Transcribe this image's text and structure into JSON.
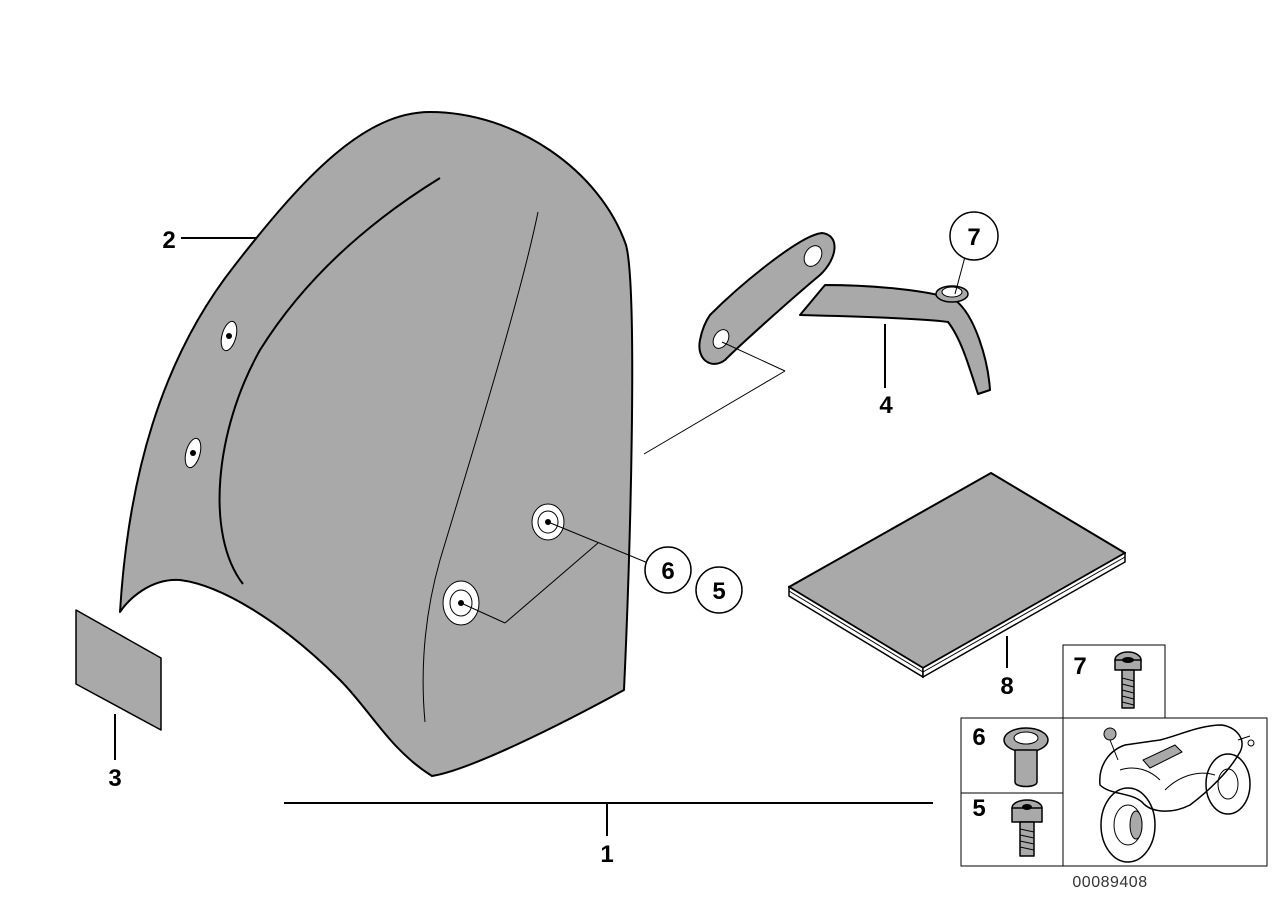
{
  "callouts": {
    "part1": "1",
    "part2": "2",
    "part3": "3",
    "part4": "4",
    "part5": "5",
    "part6": "6",
    "part7": "7",
    "part8": "8"
  },
  "inset": {
    "label7": "7",
    "label6": "6",
    "label5": "5"
  },
  "reference_number": "00089408",
  "colors": {
    "fill": "#a9a9a9",
    "stroke": "#000000",
    "background": "#ffffff"
  }
}
